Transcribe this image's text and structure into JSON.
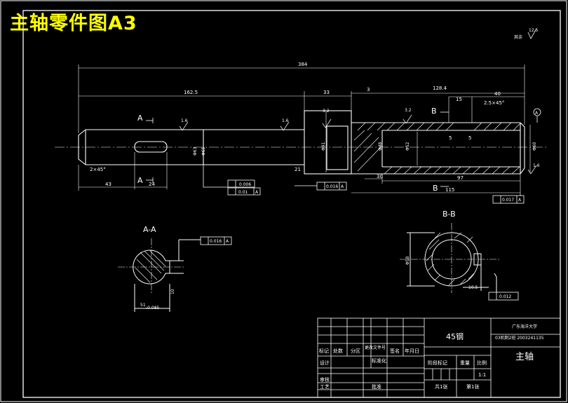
{
  "title": "主轴零件图A3",
  "roughness_note": {
    "value": "12.5",
    "label": "其余"
  },
  "dimensions": {
    "overall": "384",
    "left_section": "162.5",
    "mid_section": "33",
    "right_gap": "3",
    "right_section": "128.4",
    "d15": "15",
    "d40": "40",
    "chamfer_right": "2.5×45°",
    "chamfer_left": "2×45°",
    "d43": "43",
    "d24": "24",
    "d21": "21",
    "d30": "30",
    "d97": "97",
    "d115": "115",
    "d5a": "5",
    "d5b": "5",
    "dia_left": "Φ63",
    "dia_mid": "Φ65",
    "dia_flange": "Φ91",
    "dia_bore": "Φ48",
    "dia_right_a": "Φ52",
    "dia_right_b": "Φ60",
    "sec_b_width": "10.5",
    "sec_b_dia": "Φ58",
    "sec_a_dim": "51",
    "sec_a_tol": "-0.085",
    "sec_a_keyway": "10"
  },
  "roughness": [
    "1.6",
    "1.6",
    "3.2",
    "3.2",
    "1.6"
  ],
  "tolerances": {
    "cyl1": "0.006",
    "runout1": "0.01",
    "datum_a": "A",
    "runout2": "0.016",
    "runout3": "0.017",
    "sym_a": "0.016",
    "sym_b": "0.012"
  },
  "sections": {
    "a": "A-A",
    "b": "B-B",
    "mark_a": "A",
    "mark_b": "B"
  },
  "title_block": {
    "material": "45钢",
    "school": "广东海洋大学",
    "class_info": "03机制2班 2003241135",
    "part_name": "主轴",
    "mark": "标记",
    "count": "处数",
    "zone": "分区",
    "change_doc": "更改文件号",
    "signature": "签名",
    "date": "年月日",
    "design": "设计",
    "standardize": "标准化",
    "stage_mark": "阶段标记",
    "weight": "重量",
    "scale_label": "比例",
    "scale": "1:1",
    "review": "审核",
    "process": "工艺",
    "approve": "批准",
    "sheets_total": "共1张",
    "sheet_no": "第1张"
  }
}
